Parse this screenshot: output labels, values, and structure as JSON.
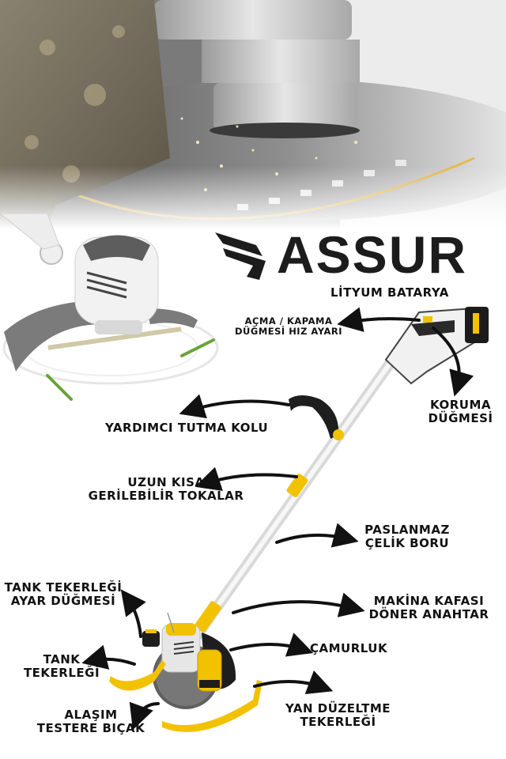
{
  "brand": {
    "name": "ASSUR",
    "tagline": "LİTYUM BATARYA",
    "colors": {
      "accent": "#F5C518",
      "text": "#111111",
      "metal": "#B8B8B8"
    }
  },
  "hero": {
    "description": "Close-up of alloy saw blade cutting a tree trunk",
    "icon": "saw-blade-icon"
  },
  "features": [
    {
      "id": "power-switch",
      "lines": [
        "AÇMA / KAPAMA",
        "DÜĞMESİ HIZ AYARI"
      ]
    },
    {
      "id": "safety-button",
      "lines": [
        "KORUMA",
        "DÜĞMESİ"
      ]
    },
    {
      "id": "aux-handle",
      "lines": [
        "YARDIMCI TUTMA KOLU"
      ]
    },
    {
      "id": "length-clamps",
      "lines": [
        "UZUN KISA",
        "GERİLEBİLİR TOKALAR"
      ]
    },
    {
      "id": "steel-pipe",
      "lines": [
        "PASLANMAZ",
        "ÇELİK BORU"
      ]
    },
    {
      "id": "head-rotate-key",
      "lines": [
        "MAKİNA KAFASI",
        "DÖNER ANAHTAR"
      ]
    },
    {
      "id": "tank-wheel-adjust",
      "lines": [
        "TANK TEKERLEĞİ",
        "AYAR DÜĞMESİ"
      ]
    },
    {
      "id": "tank-wheel",
      "lines": [
        "TANK",
        "TEKERLEĞİ"
      ]
    },
    {
      "id": "mudguard",
      "lines": [
        "ÇAMURLUK"
      ]
    },
    {
      "id": "alloy-blade",
      "lines": [
        "ALAŞIM",
        "TESTERE BIÇAK"
      ]
    },
    {
      "id": "side-wheel",
      "lines": [
        "YAN DÜZELTME",
        "TEKERLEĞİ"
      ]
    }
  ]
}
